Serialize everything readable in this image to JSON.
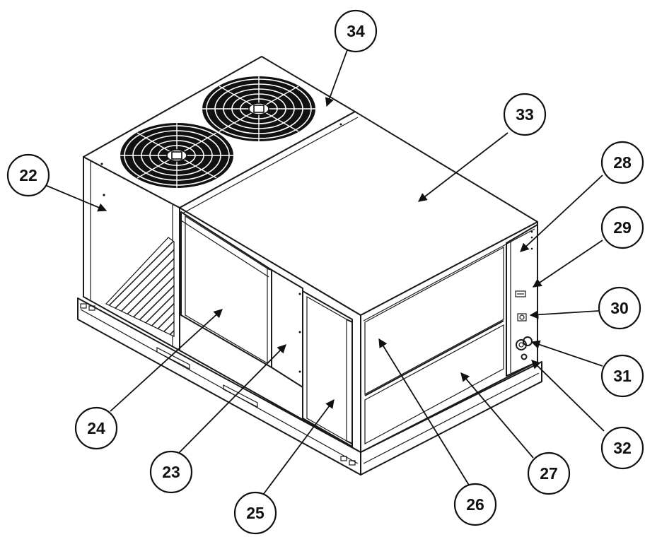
{
  "callouts": [
    {
      "id": "22",
      "label": "22"
    },
    {
      "id": "23",
      "label": "23"
    },
    {
      "id": "24",
      "label": "24"
    },
    {
      "id": "25",
      "label": "25"
    },
    {
      "id": "26",
      "label": "26"
    },
    {
      "id": "27",
      "label": "27"
    },
    {
      "id": "28",
      "label": "28"
    },
    {
      "id": "29",
      "label": "29"
    },
    {
      "id": "30",
      "label": "30"
    },
    {
      "id": "31",
      "label": "31"
    },
    {
      "id": "32",
      "label": "32"
    },
    {
      "id": "33",
      "label": "33"
    },
    {
      "id": "34",
      "label": "34"
    }
  ]
}
